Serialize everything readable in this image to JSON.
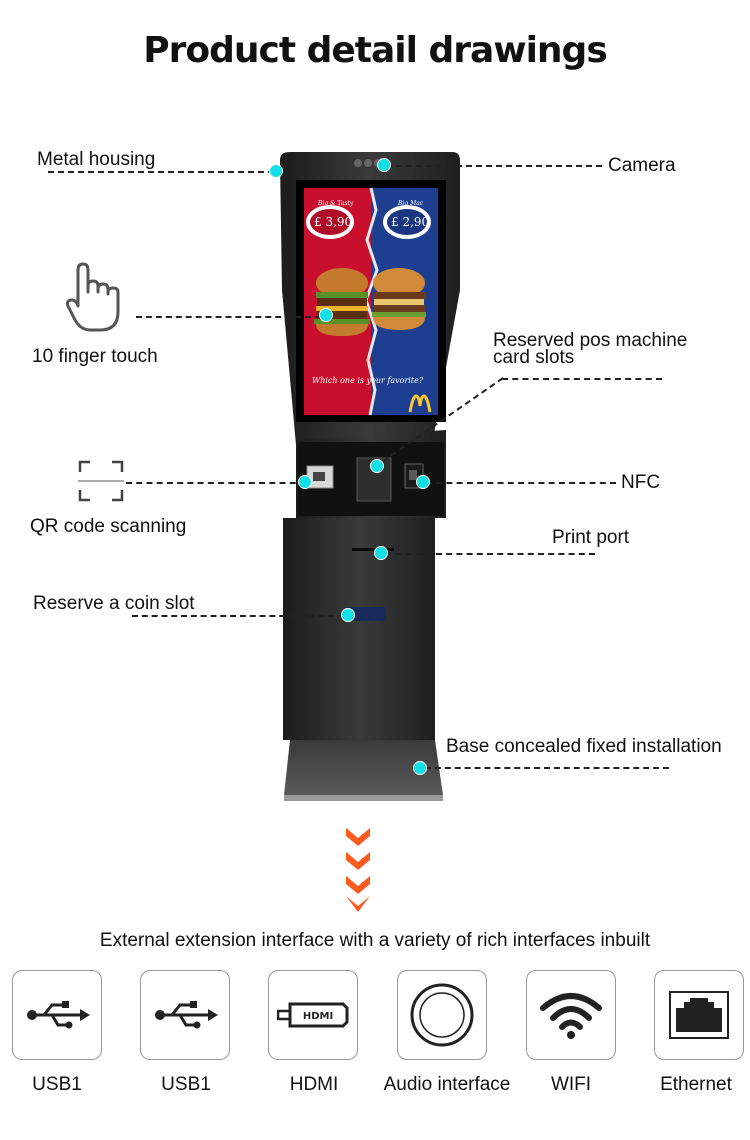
{
  "title": "Product detail drawings",
  "callouts": {
    "metal_housing": "Metal housing",
    "camera": "Camera",
    "finger_touch": "10 finger touch",
    "pos_slots_line1": "Reserved pos machine",
    "pos_slots_line2": "card slots",
    "qr_scanning": "QR code scanning",
    "nfc": "NFC",
    "print_port": "Print port",
    "coin_slot": "Reserve a coin slot",
    "base": "Base concealed fixed installation"
  },
  "screen": {
    "left_badge_caption": "Big & Tasty",
    "left_price": "£ 3,90",
    "right_badge_caption": "Big Mac",
    "right_price": "£ 2,90",
    "bottom_text": "Which one is your favorite?"
  },
  "interfaces": {
    "subtitle": "External extension interface with a variety of rich interfaces inbuilt",
    "items": [
      {
        "icon": "usb-icon",
        "label": "USB1"
      },
      {
        "icon": "usb-icon",
        "label": "USB1"
      },
      {
        "icon": "hdmi-icon",
        "label": "HDMI",
        "port_text": "HDMI"
      },
      {
        "icon": "audio-jack-icon",
        "label": "Audio interface"
      },
      {
        "icon": "wifi-icon",
        "label": "WIFI"
      },
      {
        "icon": "ethernet-icon",
        "label": "Ethernet"
      }
    ]
  },
  "colors": {
    "accent_dot": "#12e0e6",
    "arrow": "#ff5a1f",
    "kiosk_body": "#2c2c2c",
    "screen_left": "#c8102e",
    "screen_right": "#1e3f8f"
  }
}
